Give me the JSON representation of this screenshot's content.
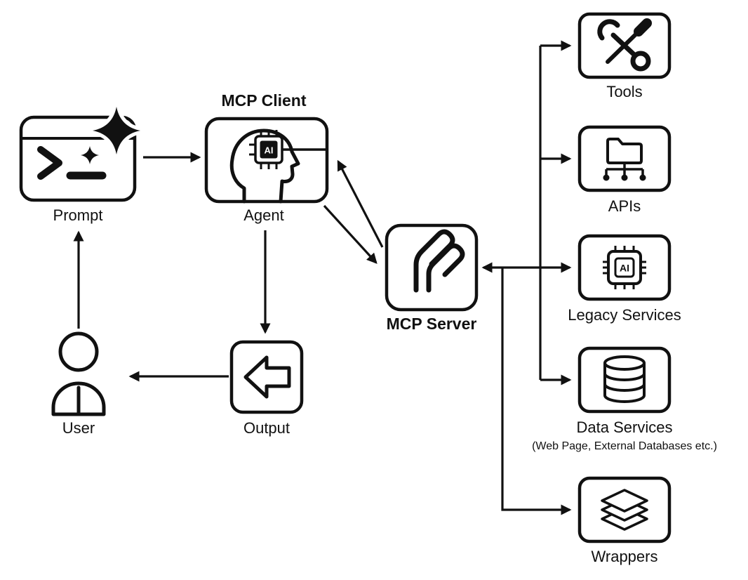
{
  "nodes": {
    "prompt": {
      "label": "Prompt"
    },
    "client": {
      "title": "MCP Client",
      "label": "Agent",
      "chip_text": "AI"
    },
    "user": {
      "label": "User"
    },
    "output": {
      "label": "Output"
    },
    "server": {
      "label": "MCP Server"
    },
    "tools": {
      "label": "Tools"
    },
    "apis": {
      "label": "APIs"
    },
    "legacy": {
      "label": "Legacy Services",
      "chip_text": "AI"
    },
    "data": {
      "label": "Data Services",
      "sublabel": "(Web Page, External Databases etc.)"
    },
    "wrappers": {
      "label": "Wrappers"
    }
  },
  "edges": [
    {
      "from": "prompt",
      "to": "agent"
    },
    {
      "from": "mcp-server",
      "to": "agent"
    },
    {
      "from": "agent",
      "to": "mcp-server"
    },
    {
      "from": "agent",
      "to": "output"
    },
    {
      "from": "output",
      "to": "user"
    },
    {
      "from": "user",
      "to": "prompt"
    },
    {
      "from": "mcp-server",
      "to": "tools"
    },
    {
      "from": "mcp-server",
      "to": "apis"
    },
    {
      "from": "mcp-server",
      "to": "legacy-services",
      "bidirectional": true
    },
    {
      "from": "mcp-server",
      "to": "data-services"
    },
    {
      "from": "mcp-server",
      "to": "wrappers"
    }
  ],
  "colors": {
    "ink": "#111111",
    "background": "#ffffff"
  }
}
